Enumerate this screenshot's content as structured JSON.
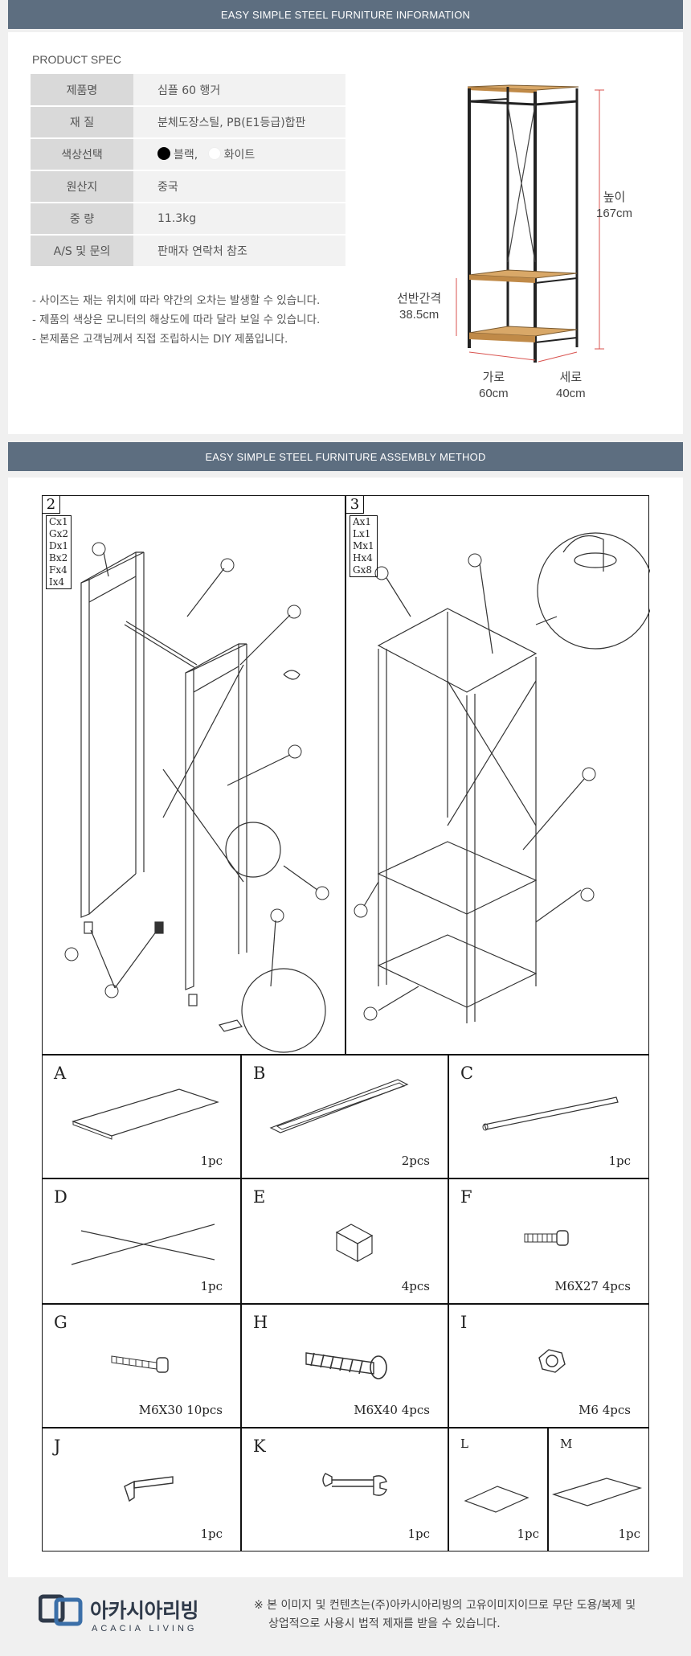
{
  "header": {
    "info_band": "EASY SIMPLE STEEL FURNITURE INFORMATION",
    "assembly_band": "EASY SIMPLE STEEL FURNITURE ASSEMBLY METHOD"
  },
  "spec": {
    "title": "PRODUCT SPEC",
    "rows": [
      {
        "key": "제품명",
        "value": "심플 60 행거"
      },
      {
        "key": "재  질",
        "value": "분체도장스틸, PB(E1등급)합판"
      },
      {
        "key": "색상선택",
        "black": "블랙,",
        "white": "화이트"
      },
      {
        "key": "원산지",
        "value": "중국"
      },
      {
        "key": "중  량",
        "value": "11.3kg"
      },
      {
        "key": "A/S 및 문의",
        "value": "판매자 연락처 참조"
      }
    ],
    "notes": [
      "- 사이즈는 재는 위치에 따라 약간의 오차는 발생할 수 있습니다.",
      "- 제품의 색상은 모니터의 해상도에 따라 달라 보일 수 있습니다.",
      "- 본제품은 고객님께서 직접 조립하시는 DIY 제품입니다."
    ],
    "colors": {
      "black": "#000000",
      "white": "#ffffff"
    }
  },
  "dimensions": {
    "height_label": "높이",
    "height_value": "167cm",
    "shelf_label": "선반간격",
    "shelf_value": "38.5cm",
    "width_label": "가로",
    "width_value": "60cm",
    "depth_label": "세로",
    "depth_value": "40cm"
  },
  "steps": [
    {
      "number": "2",
      "parts": [
        "Cx1",
        "Gx2",
        "Dx1",
        "Bx2",
        "Fx4",
        "Ix4"
      ]
    },
    {
      "number": "3",
      "parts": [
        "Ax1",
        "Lx1",
        "Mx1",
        "Hx4",
        "Gx8"
      ]
    }
  ],
  "parts": [
    {
      "letter": "A",
      "qty": "1pc"
    },
    {
      "letter": "B",
      "qty": "2pcs"
    },
    {
      "letter": "C",
      "qty": "1pc"
    },
    {
      "letter": "D",
      "qty": "1pc"
    },
    {
      "letter": "E",
      "qty": "4pcs"
    },
    {
      "letter": "F",
      "qty": "M6X27  4pcs"
    },
    {
      "letter": "G",
      "qty": "M6X30  10pcs"
    },
    {
      "letter": "H",
      "qty": "M6X40  4pcs"
    },
    {
      "letter": "I",
      "qty": "M6  4pcs"
    },
    {
      "letter": "J",
      "qty": "1pc"
    },
    {
      "letter": "K",
      "qty": "1pc"
    },
    {
      "letter": "L",
      "qty": "1pc"
    },
    {
      "letter": "M",
      "qty": "1pc"
    }
  ],
  "footer": {
    "brand_korean": "아카시아리빙",
    "brand_english": "ACACIA LIVING",
    "copyright_line1": "※ 본 이미지 및 컨텐츠는(주)아카시아리빙의 고유이미지이므로 무단 도용/복제 및",
    "copyright_line2": "상업적으로 사용시 법적 제재를 받을 수 있습니다."
  },
  "accent": {
    "band": "#5d6e80",
    "wood": "#d9a868",
    "frame": "#222222",
    "dim_line": "#d9534f"
  }
}
